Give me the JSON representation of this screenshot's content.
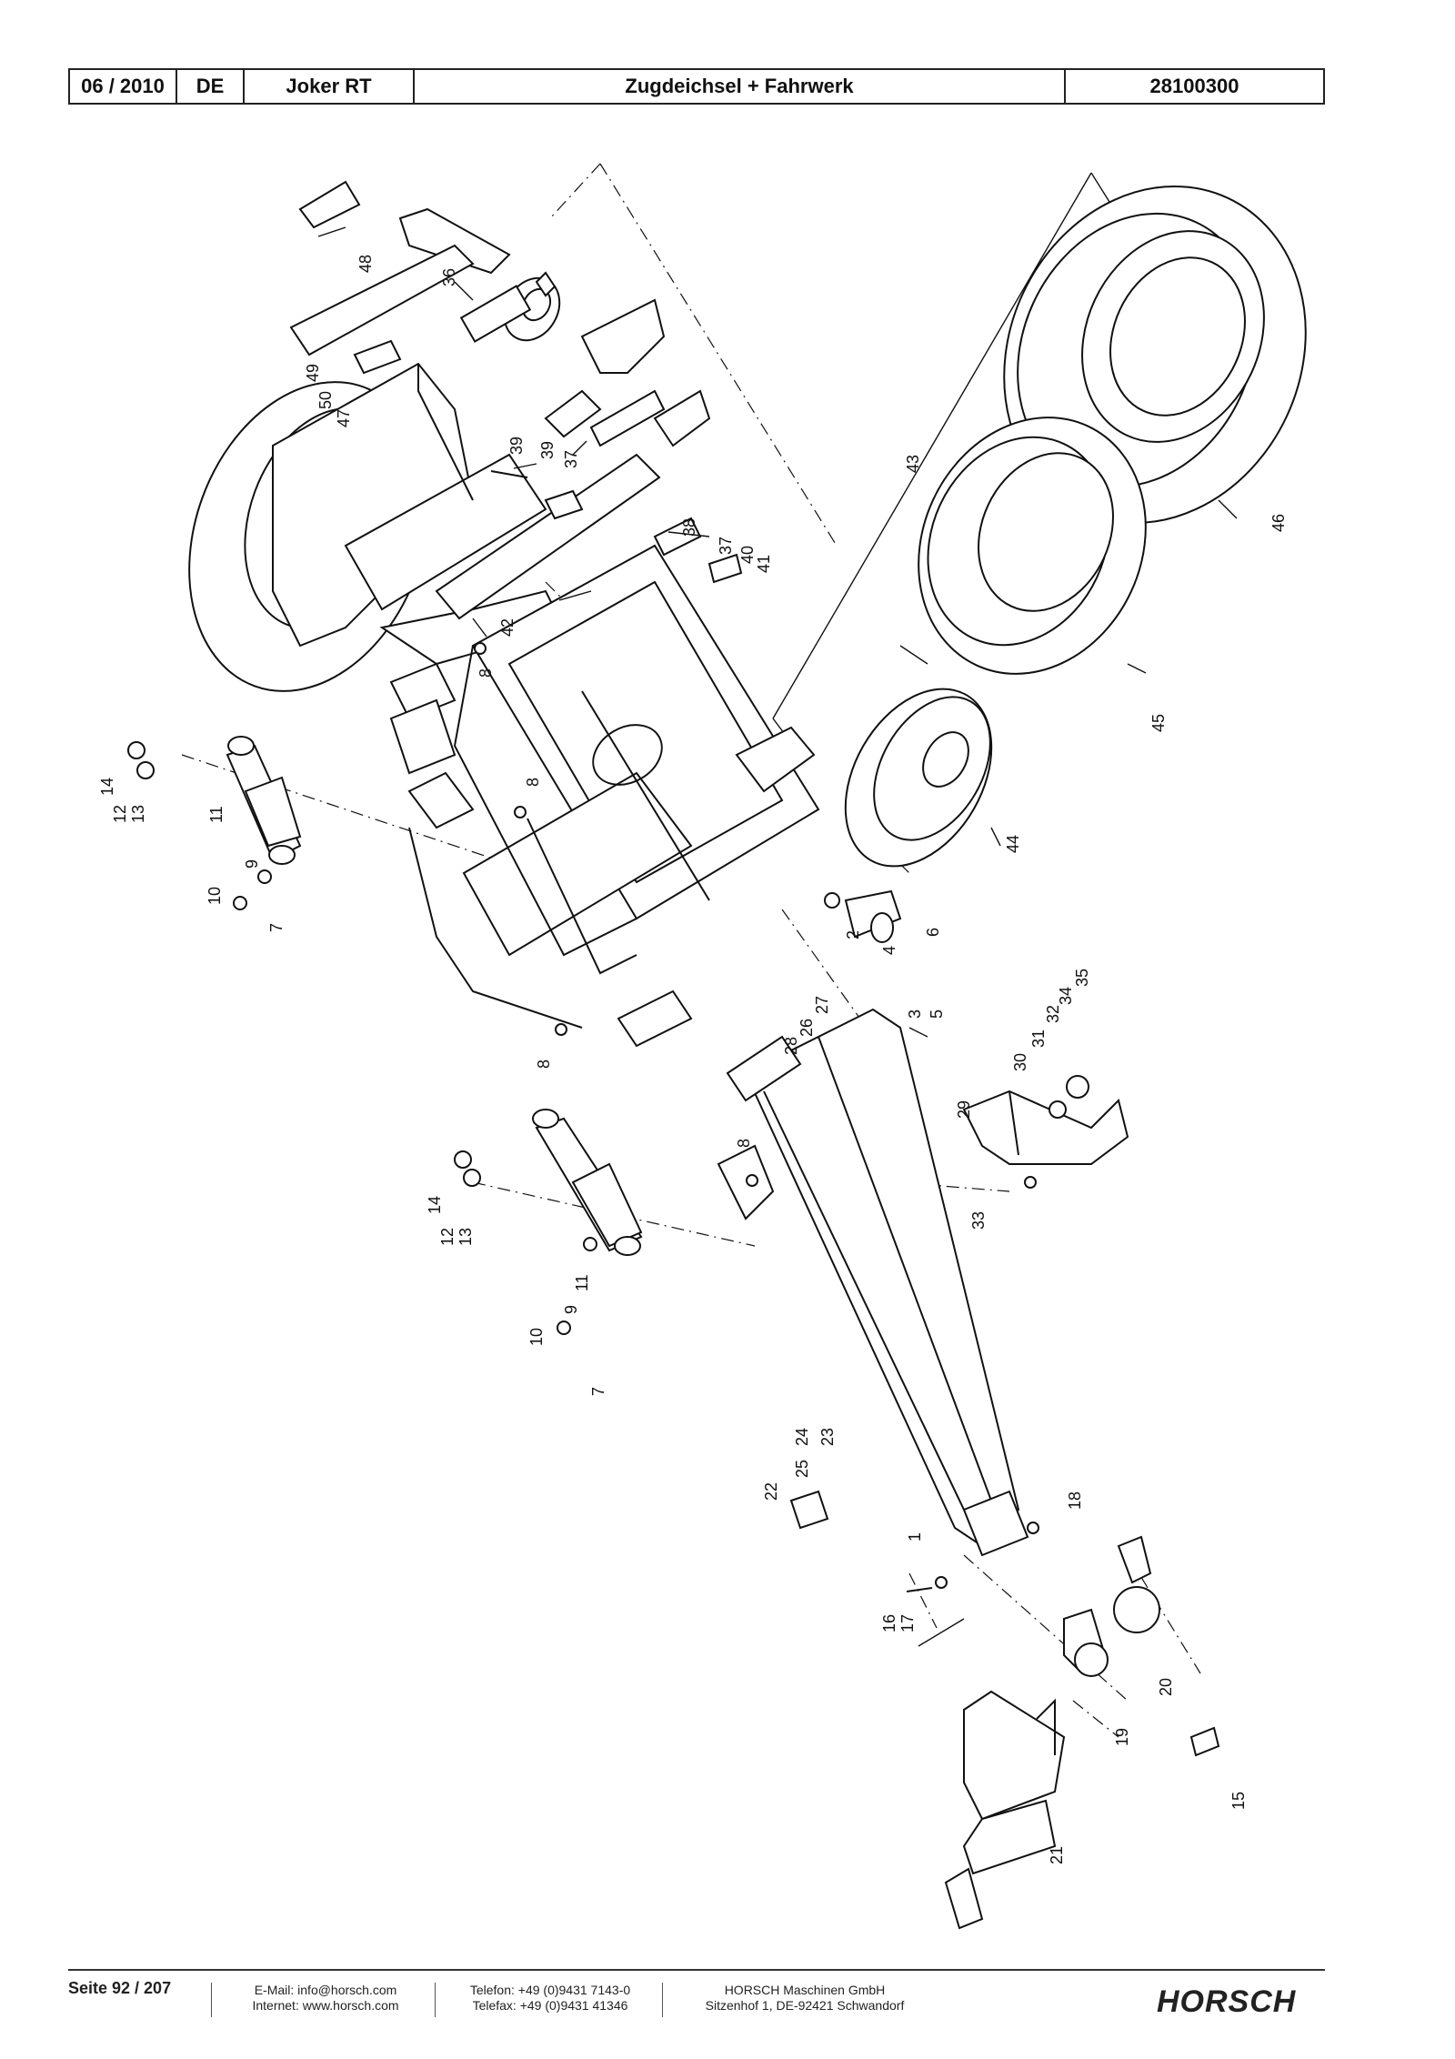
{
  "header": {
    "date": "06 / 2010",
    "language": "DE",
    "model": "Joker RT",
    "title": "Zugdeichsel + Fahrwerk",
    "doc_number": "28100300"
  },
  "callouts": [
    {
      "id": "c48",
      "text": "48"
    },
    {
      "id": "c36",
      "text": "36"
    },
    {
      "id": "c49",
      "text": "49"
    },
    {
      "id": "c50",
      "text": "50"
    },
    {
      "id": "c47",
      "text": "47"
    },
    {
      "id": "c39a",
      "text": "39"
    },
    {
      "id": "c39b",
      "text": "39"
    },
    {
      "id": "c37a",
      "text": "37"
    },
    {
      "id": "c38",
      "text": "38"
    },
    {
      "id": "c37b",
      "text": "37"
    },
    {
      "id": "c40",
      "text": "40"
    },
    {
      "id": "c41",
      "text": "41"
    },
    {
      "id": "c42",
      "text": "42"
    },
    {
      "id": "c8a",
      "text": "8"
    },
    {
      "id": "c8b",
      "text": "8"
    },
    {
      "id": "c43",
      "text": "43"
    },
    {
      "id": "c46",
      "text": "46"
    },
    {
      "id": "c45",
      "text": "45"
    },
    {
      "id": "c44",
      "text": "44"
    },
    {
      "id": "c14a",
      "text": "14"
    },
    {
      "id": "c12a",
      "text": "12"
    },
    {
      "id": "c13a",
      "text": "13"
    },
    {
      "id": "c11a",
      "text": "11"
    },
    {
      "id": "c9a",
      "text": "9"
    },
    {
      "id": "c10a",
      "text": "10"
    },
    {
      "id": "c7a",
      "text": "7"
    },
    {
      "id": "c2",
      "text": "2"
    },
    {
      "id": "c4",
      "text": "4"
    },
    {
      "id": "c6",
      "text": "6"
    },
    {
      "id": "c35",
      "text": "35"
    },
    {
      "id": "c34",
      "text": "34"
    },
    {
      "id": "c32",
      "text": "32"
    },
    {
      "id": "c27",
      "text": "27"
    },
    {
      "id": "c26",
      "text": "26"
    },
    {
      "id": "c28",
      "text": "28"
    },
    {
      "id": "c3",
      "text": "3"
    },
    {
      "id": "c5",
      "text": "5"
    },
    {
      "id": "c31",
      "text": "31"
    },
    {
      "id": "c30",
      "text": "30"
    },
    {
      "id": "c8c",
      "text": "8"
    },
    {
      "id": "c29",
      "text": "29"
    },
    {
      "id": "c8d",
      "text": "8"
    },
    {
      "id": "c33",
      "text": "33"
    },
    {
      "id": "c14b",
      "text": "14"
    },
    {
      "id": "c12b",
      "text": "12"
    },
    {
      "id": "c13b",
      "text": "13"
    },
    {
      "id": "c11b",
      "text": "11"
    },
    {
      "id": "c9b",
      "text": "9"
    },
    {
      "id": "c10b",
      "text": "10"
    },
    {
      "id": "c7b",
      "text": "7"
    },
    {
      "id": "c24",
      "text": "24"
    },
    {
      "id": "c23",
      "text": "23"
    },
    {
      "id": "c25",
      "text": "25"
    },
    {
      "id": "c22",
      "text": "22"
    },
    {
      "id": "c1",
      "text": "1"
    },
    {
      "id": "c18",
      "text": "18"
    },
    {
      "id": "c16",
      "text": "16"
    },
    {
      "id": "c17",
      "text": "17"
    },
    {
      "id": "c20",
      "text": "20"
    },
    {
      "id": "c19",
      "text": "19"
    },
    {
      "id": "c15",
      "text": "15"
    },
    {
      "id": "c21",
      "text": "21"
    }
  ],
  "footer": {
    "page": "Seite 92 / 207",
    "email": "E-Mail: info@horsch.com",
    "internet": "Internet: www.horsch.com",
    "phone": "Telefon: +49 (0)9431 7143-0",
    "fax": "Telefax: +49 (0)9431 41346",
    "company": "HORSCH Maschinen GmbH",
    "address": "Sitzenhof 1, DE-92421 Schwandorf",
    "logo": "HORSCH"
  }
}
